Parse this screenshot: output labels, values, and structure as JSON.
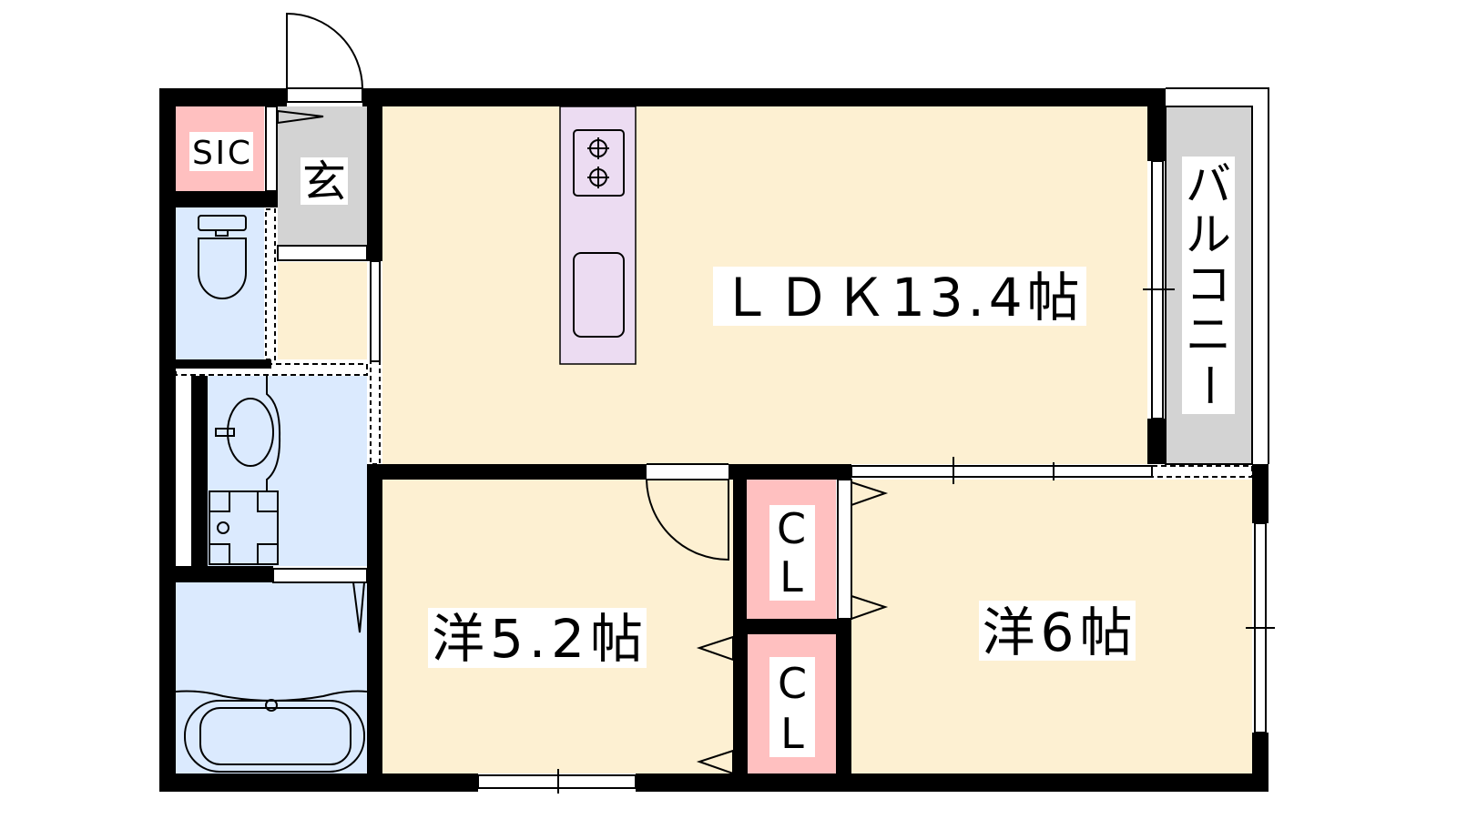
{
  "rooms": {
    "ldk": "ＬＤＫ13.4帖",
    "western1": "洋5.2帖",
    "western2": "洋6帖",
    "sic": "SIC",
    "entrance": "玄",
    "balcony": [
      "バ",
      "ル",
      "コ",
      "ニ",
      "ー"
    ],
    "closet1": [
      "C",
      "L"
    ],
    "closet2": [
      "C",
      "L"
    ]
  },
  "colors": {
    "living": "#fdf0d2",
    "storage": "#ffc0c0",
    "entrance": "#d3d3d3",
    "wet": "#dbeafe",
    "kitchen": "#ecdcf2",
    "wall": "#000000"
  }
}
